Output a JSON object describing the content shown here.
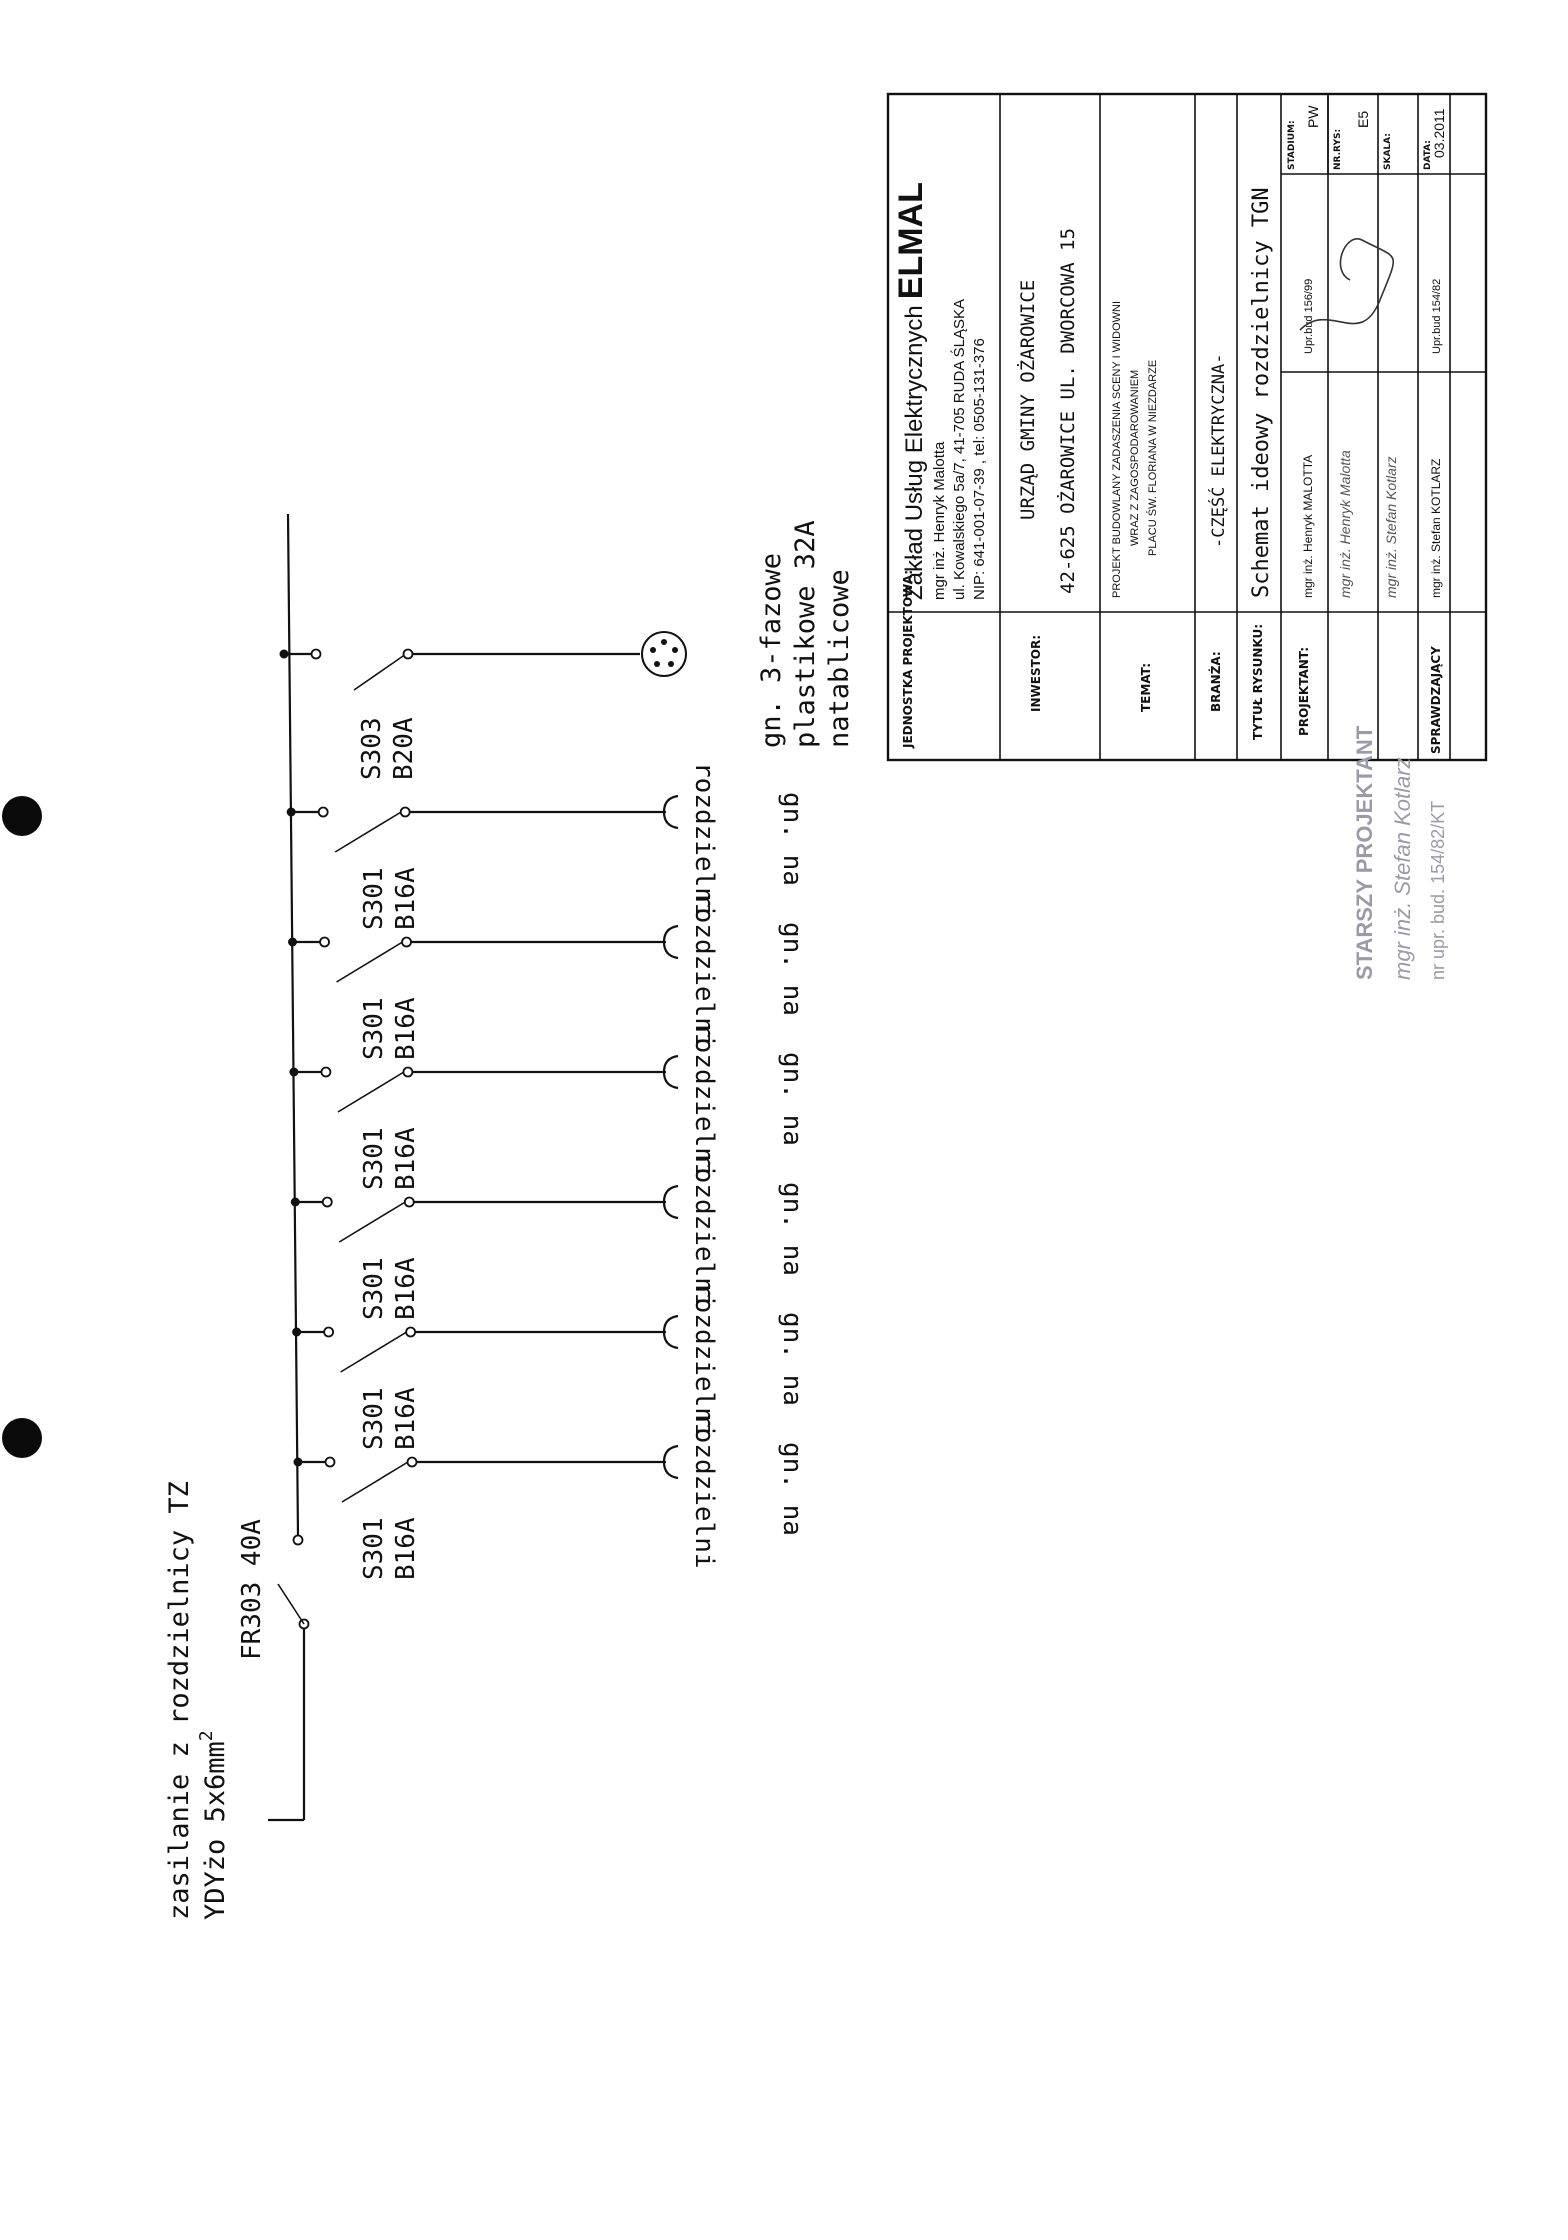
{
  "supply": {
    "line1": "zasilanie z rozdzielnicy TZ",
    "line2": "YDYżo 5x6mm",
    "sup": "2"
  },
  "main_breaker": {
    "label": "FR303 40A"
  },
  "circuits": [
    {
      "breaker": "S301",
      "rating": "B16A",
      "load1": "gn. na",
      "load2": "rozdzielni"
    },
    {
      "breaker": "S301",
      "rating": "B16A",
      "load1": "gn. na",
      "load2": "rozdzielni"
    },
    {
      "breaker": "S301",
      "rating": "B16A",
      "load1": "gn. na",
      "load2": "rozdzielni"
    },
    {
      "breaker": "S301",
      "rating": "B16A",
      "load1": "gn. na",
      "load2": "rozdzielni"
    },
    {
      "breaker": "S301",
      "rating": "B16A",
      "load1": "gn. na",
      "load2": "rozdzielni"
    },
    {
      "breaker": "S301",
      "rating": "B16A",
      "load1": "gn. na",
      "load2": "rozdzielni"
    }
  ],
  "three_phase": {
    "breaker": "S303",
    "rating": "B20A",
    "label1": "gn. 3-fazowe",
    "label2": "plastikowe 32A",
    "label3": "natablicowe"
  },
  "title_block": {
    "jednostka_label": "JEDNOSTKA PROJEKTOWA:",
    "company": "Zakład Usług Elektrycznych",
    "brand": "ELMAL",
    "company_person": "mgr inż. Henryk Malotta",
    "company_address": "ul. Kowalskiego 5a/7, 41-705 RUDA ŚLĄSKA",
    "company_nip": "NIP: 641-001-07-39 , tel: 0505-131-376",
    "inwestor_label": "INWESTOR:",
    "inwestor_line1": "URZĄD GMINY OŻAROWICE",
    "inwestor_line2": "42-625 OŻAROWICE UL. DWORCOWA 15",
    "temat_label": "TEMAT:",
    "temat_line1": "PROJEKT BUDOWLANY ZADASZENIA SCENY I WIDOWNI",
    "temat_line2": "WRAZ Z ZAGOSPODAROWANIEM",
    "temat_line3": "PLACU ŚW. FLORIANA W NIEZDARZE",
    "branza_label": "BRANŻA:",
    "branza": "-CZĘŚĆ ELEKTRYCZNA-",
    "tytul_label": "TYTUŁ RYSUNKU:",
    "tytul": "Schemat ideowy rozdzielnicy TGN",
    "projektant_label": "PROJEKTANT:",
    "projektant_name1": "mgr inż. Henryk Malotta",
    "projektant_name2": "mgr inż. Henryk MALOTTA",
    "projektant_upr": "Upr.bud 156/99",
    "sprawdzajacy_label": "SPRAWDZAJĄCY",
    "sprawdzajacy_name1": "mgr inż. Stefan Kotlarz",
    "sprawdzajacy_name2": "mgr inż. Stefan KOTLARZ",
    "sprawdzajacy_upr": "Upr.bud 154/82",
    "stadium_label": "STADIUM:",
    "stadium": "PW",
    "nr_rys_label": "NR.RYS:",
    "nr_rys": "E5",
    "skala_label": "SKALA:",
    "data_label": "DATA:",
    "data": "03.2011"
  },
  "stamp": {
    "title": "STARSZY PROJEKTANT",
    "name": "mgr inż. Stefan Kotlarz",
    "upr": "nr upr. bud. 154/82/KT"
  },
  "colors": {
    "ink": "#111111",
    "paper": "#ffffff",
    "stamp": "#9a9aa8",
    "punch": "#0a0a0a"
  }
}
